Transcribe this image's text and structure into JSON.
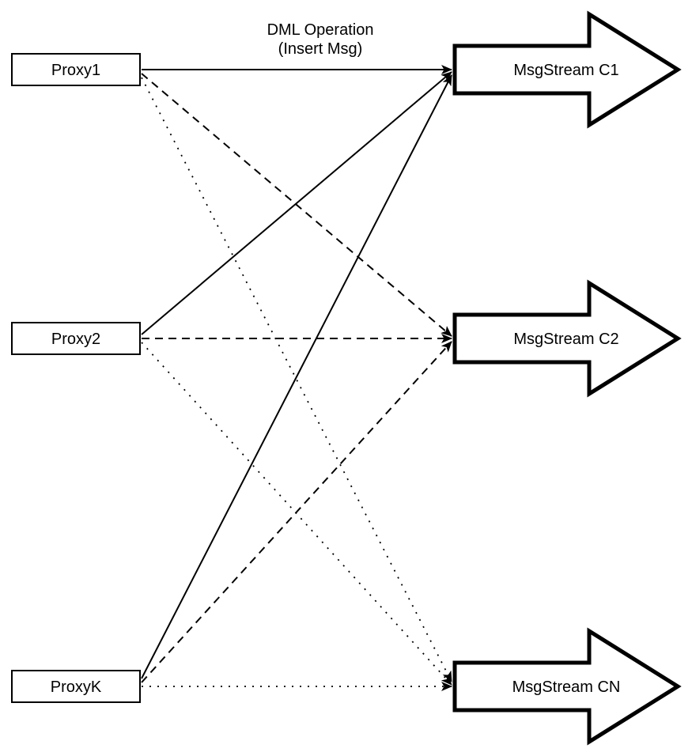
{
  "diagram": {
    "type": "flow-diagram",
    "background_color": "#ffffff",
    "stroke_color": "#000000",
    "node_fill_color": "#ffffff",
    "edge_label": {
      "line1": "DML Operation",
      "line2": "(Insert Msg)"
    },
    "proxies": [
      {
        "label": "Proxy1"
      },
      {
        "label": "Proxy2"
      },
      {
        "label": "ProxyK"
      }
    ],
    "streams": [
      {
        "label": "MsgStream C1",
        "incoming_line_style": "solid"
      },
      {
        "label": "MsgStream C2",
        "incoming_line_style": "dashed"
      },
      {
        "label": "MsgStream CN",
        "incoming_line_style": "dotted"
      }
    ],
    "edges": [
      {
        "from": "Proxy1",
        "to": "MsgStream C1",
        "style": "solid",
        "label": "DML Operation (Insert Msg)"
      },
      {
        "from": "Proxy1",
        "to": "MsgStream C2",
        "style": "dashed",
        "label": ""
      },
      {
        "from": "Proxy1",
        "to": "MsgStream CN",
        "style": "dotted",
        "label": ""
      },
      {
        "from": "Proxy2",
        "to": "MsgStream C1",
        "style": "solid",
        "label": ""
      },
      {
        "from": "Proxy2",
        "to": "MsgStream C2",
        "style": "dashed",
        "label": ""
      },
      {
        "from": "Proxy2",
        "to": "MsgStream CN",
        "style": "dotted",
        "label": ""
      },
      {
        "from": "ProxyK",
        "to": "MsgStream C1",
        "style": "solid",
        "label": ""
      },
      {
        "from": "ProxyK",
        "to": "MsgStream C2",
        "style": "dashed",
        "label": ""
      },
      {
        "from": "ProxyK",
        "to": "MsgStream CN",
        "style": "dotted",
        "label": ""
      }
    ]
  }
}
